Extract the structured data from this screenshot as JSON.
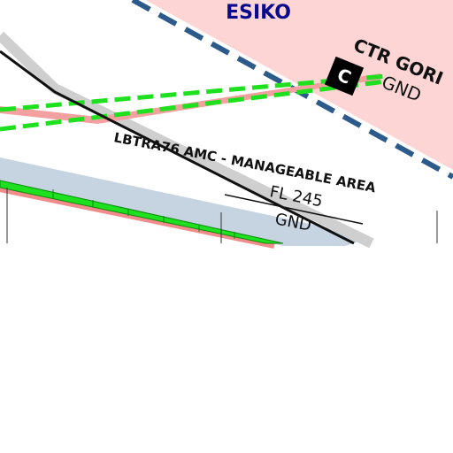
{
  "map": {
    "waypoint_name": "ESIKO",
    "ctr_label": "CTR GORI",
    "ctr_lower_limit": "GND",
    "class_badge": "C",
    "area_label": "LBTRA76 AMC - MANAGEABLE AREA",
    "area_upper_limit": "FL 245",
    "area_lower_limit": "GND"
  },
  "colors": {
    "ctr_fill": "#fdd5d5",
    "ctr_boundary": "#2c5a8a",
    "waypoint_text": "#0a0a8c",
    "route_green": "#1ee01e",
    "route_red": "#f28b8b",
    "route_black": "#111111",
    "area_band": "#c6d3e0",
    "badge_fill": "#000000",
    "badge_text": "#ffffff"
  }
}
